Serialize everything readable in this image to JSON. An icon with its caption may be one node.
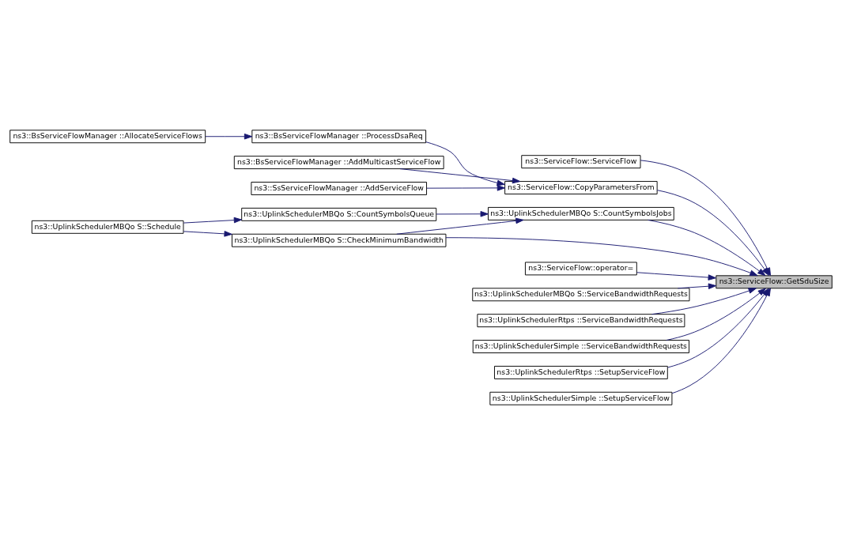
{
  "diagram": {
    "nodes": [
      {
        "text": [
          "ns3::ServiceFlow::GetSduSize"
        ]
      },
      {
        "text": [
          "ns3::ServiceFlow::ServiceFlow"
        ]
      },
      {
        "text": [
          "ns3::ServiceFlow::CopyParametersFrom"
        ]
      },
      {
        "text": [
          "ns3::BsServiceFlowManager ::ProcessDsaReq"
        ]
      },
      {
        "text": [
          "ns3::BsServiceFlowManager ::AllocateServiceFlows"
        ]
      },
      {
        "text": [
          "ns3::BsServiceFlowManager ::AddMulticastServiceFlow"
        ]
      },
      {
        "text": [
          "ns3::SsServiceFlowManager ::AddServiceFlow"
        ]
      },
      {
        "text": [
          "ns3::UplinkSchedulerMBQo S::CountSymbolsJobs"
        ]
      },
      {
        "text": [
          "ns3::UplinkSchedulerMBQo S::CountSymbolsQueue"
        ]
      },
      {
        "text": [
          "ns3::UplinkSchedulerMBQo S::Schedule"
        ]
      },
      {
        "text": [
          "ns3::UplinkSchedulerMBQo S::CheckMinimumBandwidth"
        ]
      },
      {
        "text": [
          "ns3::ServiceFlow::operator="
        ]
      },
      {
        "text": [
          "ns3::UplinkSchedulerMBQo S::ServiceBandwidthRequests"
        ]
      },
      {
        "text": [
          "ns3::UplinkSchedulerRtps ::ServiceBandwidthRequests"
        ]
      },
      {
        "text": [
          "ns3::UplinkSchedulerSimple ::ServiceBandwidthRequests"
        ]
      },
      {
        "text": [
          "ns3::UplinkSchedulerRtps ::SetupServiceFlow"
        ]
      },
      {
        "text": [
          "ns3::UplinkSchedulerSimple ::SetupServiceFlow"
        ]
      }
    ],
    "edges": [
      {
        "from": 1,
        "to": 0,
        "arrow": "to"
      },
      {
        "from": 2,
        "to": 0,
        "arrow": "to"
      },
      {
        "from": 3,
        "to": 2,
        "arrow": "to"
      },
      {
        "from": 4,
        "to": 3,
        "arrow": "to"
      },
      {
        "from": 5,
        "to": 2,
        "arrow": "to"
      },
      {
        "from": 6,
        "to": 2,
        "arrow": "to"
      },
      {
        "from": 7,
        "to": 0,
        "arrow": "to"
      },
      {
        "from": 8,
        "to": 7,
        "arrow": "to"
      },
      {
        "from": 9,
        "to": 8,
        "arrow": "to"
      },
      {
        "from": 9,
        "to": 10,
        "arrow": "to"
      },
      {
        "from": 10,
        "to": 7,
        "arrow": "to"
      },
      {
        "from": 10,
        "to": 0,
        "arrow": "to"
      },
      {
        "from": 11,
        "to": 0,
        "arrow": "to"
      },
      {
        "from": 12,
        "to": 0,
        "arrow": "to"
      },
      {
        "from": 13,
        "to": 0,
        "arrow": "to"
      },
      {
        "from": 14,
        "to": 0,
        "arrow": "to"
      },
      {
        "from": 15,
        "to": 0,
        "arrow": "to"
      },
      {
        "from": 16,
        "to": 0,
        "arrow": "to"
      }
    ]
  }
}
